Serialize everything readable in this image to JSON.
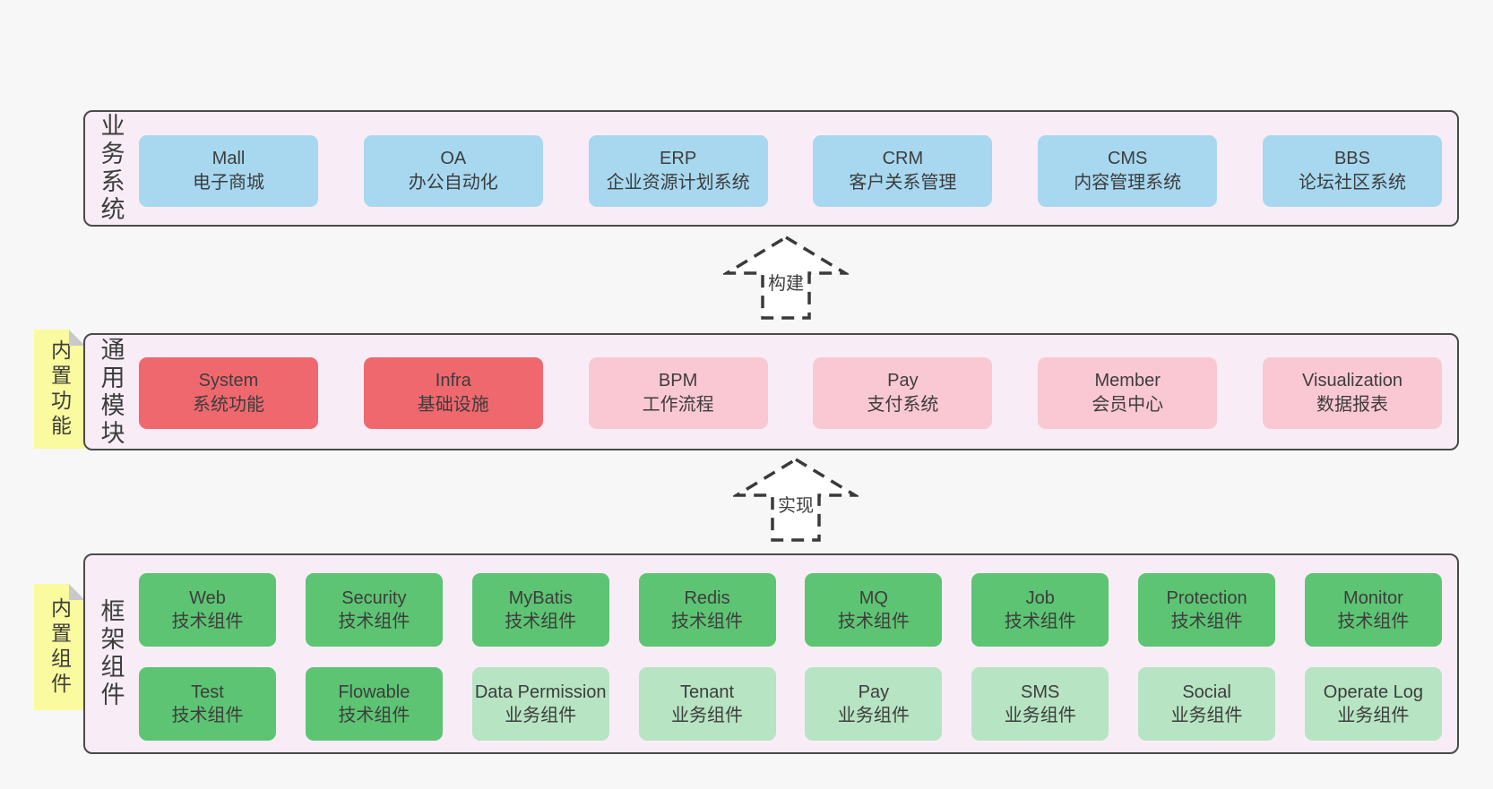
{
  "diagram": {
    "bands": {
      "business": {
        "label": "业务系统",
        "boxes": [
          {
            "name": "Mall",
            "desc": "电子商城",
            "type": "blue"
          },
          {
            "name": "OA",
            "desc": "办公自动化",
            "type": "blue"
          },
          {
            "name": "ERP",
            "desc": "企业资源计划系统",
            "type": "blue"
          },
          {
            "name": "CRM",
            "desc": "客户关系管理",
            "type": "blue"
          },
          {
            "name": "CMS",
            "desc": "内容管理系统",
            "type": "blue"
          },
          {
            "name": "BBS",
            "desc": "论坛社区系统",
            "type": "blue"
          }
        ]
      },
      "modules": {
        "label": "通用模块",
        "sticky": "内置功能",
        "boxes": [
          {
            "name": "System",
            "desc": "系统功能",
            "type": "red"
          },
          {
            "name": "Infra",
            "desc": "基础设施",
            "type": "red"
          },
          {
            "name": "BPM",
            "desc": "工作流程",
            "type": "pink"
          },
          {
            "name": "Pay",
            "desc": "支付系统",
            "type": "pink"
          },
          {
            "name": "Member",
            "desc": "会员中心",
            "type": "pink"
          },
          {
            "name": "Visualization",
            "desc": "数据报表",
            "type": "pink"
          }
        ]
      },
      "framework": {
        "label": "框架组件",
        "sticky": "内置组件",
        "rows": [
          [
            {
              "name": "Web",
              "desc": "技术组件",
              "type": "green"
            },
            {
              "name": "Security",
              "desc": "技术组件",
              "type": "green"
            },
            {
              "name": "MyBatis",
              "desc": "技术组件",
              "type": "green"
            },
            {
              "name": "Redis",
              "desc": "技术组件",
              "type": "green"
            },
            {
              "name": "MQ",
              "desc": "技术组件",
              "type": "green"
            },
            {
              "name": "Job",
              "desc": "技术组件",
              "type": "green"
            },
            {
              "name": "Protection",
              "desc": "技术组件",
              "type": "green"
            },
            {
              "name": "Monitor",
              "desc": "技术组件",
              "type": "green"
            }
          ],
          [
            {
              "name": "Test",
              "desc": "技术组件",
              "type": "green"
            },
            {
              "name": "Flowable",
              "desc": "技术组件",
              "type": "green"
            },
            {
              "name": "Data Permission",
              "desc": "业务组件",
              "type": "lightgreen"
            },
            {
              "name": "Tenant",
              "desc": "业务组件",
              "type": "lightgreen"
            },
            {
              "name": "Pay",
              "desc": "业务组件",
              "type": "lightgreen"
            },
            {
              "name": "SMS",
              "desc": "业务组件",
              "type": "lightgreen"
            },
            {
              "name": "Social",
              "desc": "业务组件",
              "type": "lightgreen"
            },
            {
              "name": "Operate Log",
              "desc": "业务组件",
              "type": "lightgreen"
            }
          ]
        ]
      }
    },
    "arrows": [
      {
        "label": "构建"
      },
      {
        "label": "实现"
      }
    ],
    "colors": {
      "page_bg": "#f7f7f7",
      "band_bg": "#f8edf7",
      "band_border": "#4a4a4a",
      "blue": "#a7d8f0",
      "red": "#ef686e",
      "pink": "#fac8d2",
      "green": "#5dc473",
      "lightgreen": "#b7e4c2",
      "sticky": "#fafa9e",
      "text": "#3a3a3a"
    }
  }
}
